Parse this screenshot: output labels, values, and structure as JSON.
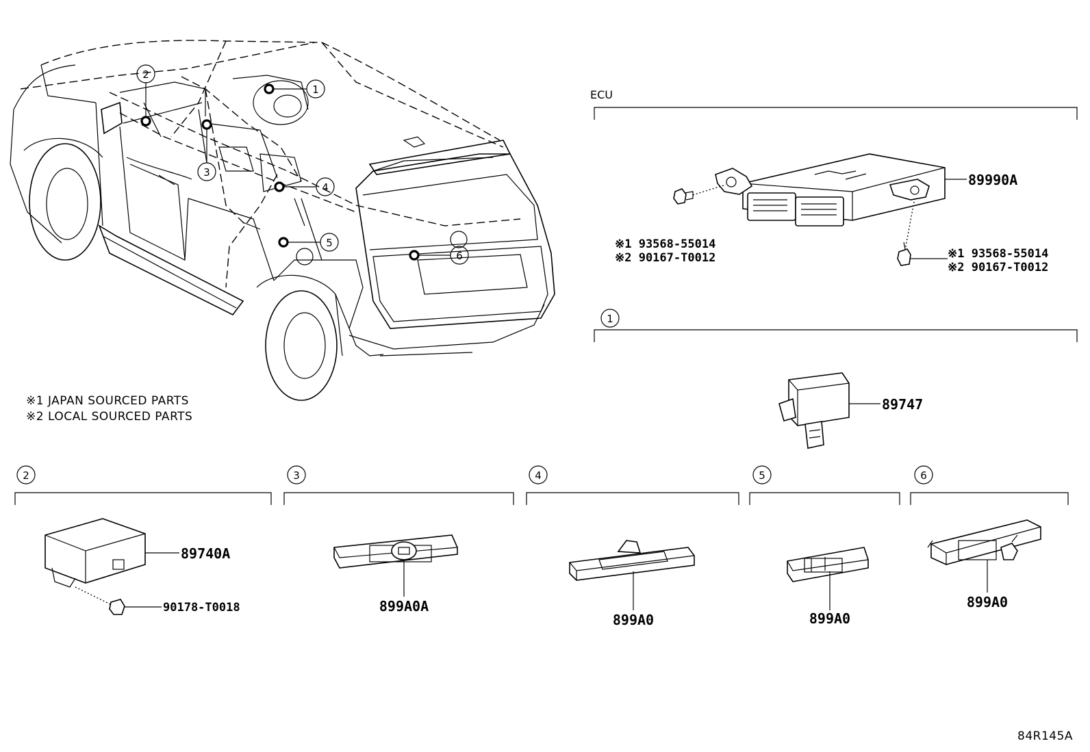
{
  "diagram_code": "84R145A",
  "notes": {
    "note1": "※1 JAPAN SOURCED PARTS",
    "note2": "※2 LOCAL SOURCED PARTS"
  },
  "vehicle_callouts": [
    "1",
    "2",
    "3",
    "4",
    "5",
    "6"
  ],
  "ecu_section": {
    "title": "ECU",
    "part_number": "89990A",
    "left_bolt": {
      "line1": "※1 93568-55014",
      "line2": "※2 90167-T0012"
    },
    "right_bolt": {
      "line1": "※1 93568-55014",
      "line2": "※2 90167-T0012"
    }
  },
  "sections": [
    {
      "callout": "1",
      "parts": [
        "89747"
      ]
    },
    {
      "callout": "2",
      "parts": [
        "89740A",
        "90178-T0018"
      ]
    },
    {
      "callout": "3",
      "parts": [
        "899A0A"
      ]
    },
    {
      "callout": "4",
      "parts": [
        "899A0"
      ]
    },
    {
      "callout": "5",
      "parts": [
        "899A0"
      ]
    },
    {
      "callout": "6",
      "parts": [
        "899A0"
      ]
    }
  ]
}
